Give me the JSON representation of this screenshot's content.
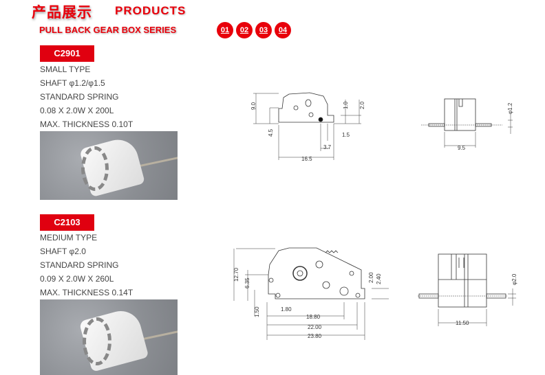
{
  "header": {
    "title_cn": "产品展示",
    "title_en": "PRODUCTS",
    "series": "PULL BACK GEAR BOX SERIES",
    "pages": [
      "01",
      "02",
      "03",
      "04"
    ]
  },
  "products": [
    {
      "code": "C2901",
      "specs": [
        "SMALL TYPE",
        "SHAFT φ1.2/φ1.5",
        "STANDARD SPRING",
        "0.08 X 2.0W X 200L",
        "MAX. THICKNESS 0.10T"
      ],
      "dims": {
        "h_total": "9.0",
        "h_half": "4.5",
        "d1": "1.0",
        "d2": "2.0",
        "d3": "1.5",
        "d4": "3.7",
        "length": "16.5",
        "width": "9.5",
        "shaft": "φ1.2"
      }
    },
    {
      "code": "C2103",
      "specs": [
        "MEDIUM TYPE",
        "SHAFT φ2.0",
        "STANDARD SPRING",
        "0.09 X 2.0W X 260L",
        "MAX. THICKNESS 0.14T"
      ],
      "dims": {
        "h_total": "12.70",
        "h_half": "6.35",
        "d1": "2.00",
        "d2": "2.40",
        "d3": "1.50",
        "d4": "1.80",
        "l1": "18.80",
        "l2": "22.00",
        "length": "23.80",
        "width": "11.50",
        "shaft": "φ2.0"
      }
    }
  ]
}
